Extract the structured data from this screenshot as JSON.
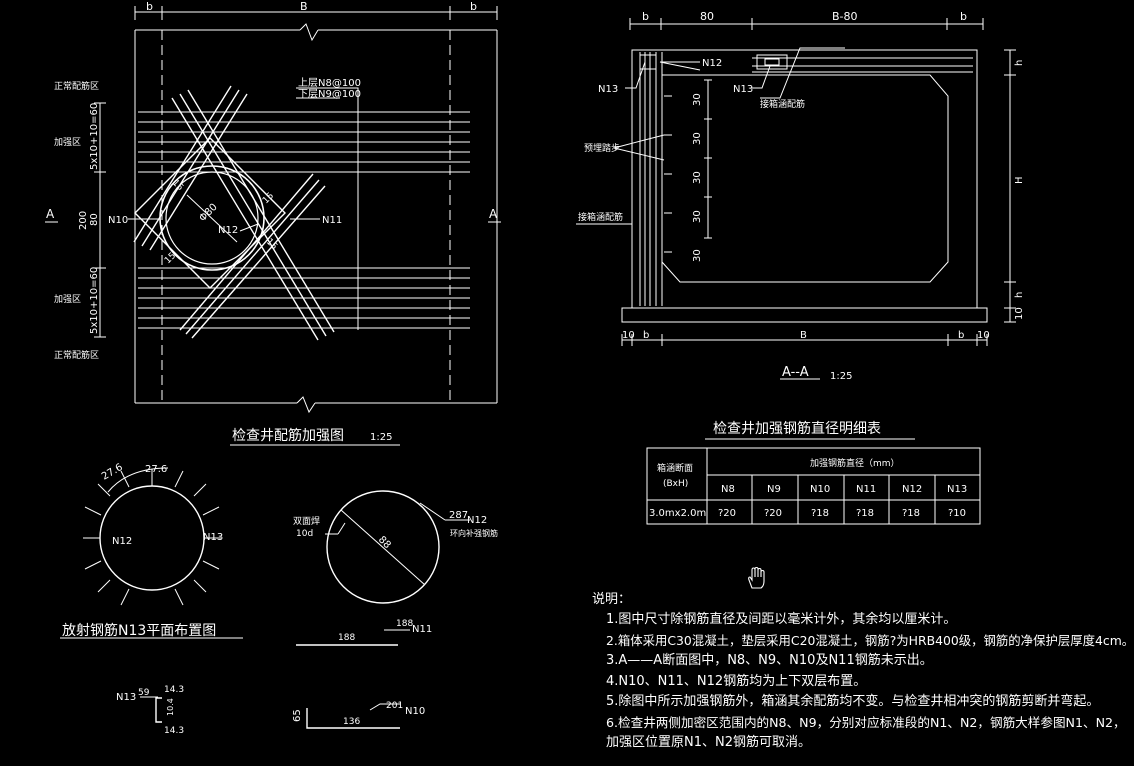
{
  "plan_view": {
    "title": "检查井配筋加强图",
    "scale": "1:25",
    "dim_b": "b",
    "dim_B": "B",
    "section_left": "A",
    "section_right": "A",
    "zone_normal_top": "正常配筋区",
    "zone_reinforce_top": "加强区",
    "zone_reinforce_bottom": "加强区",
    "zone_normal_bottom": "正常配筋区",
    "dim_upper": "5x10+10=60",
    "dim_200": "200",
    "dim_80": "80",
    "dim_lower": "5x10+10=60",
    "label_upper_layer": "上层N8@100",
    "label_lower_layer": "下层N9@100",
    "label_N10": "N10",
    "label_N11": "N11",
    "label_N12": "N12",
    "label_phi80": "Φ80",
    "label_15a": "15",
    "label_15b": "15",
    "label_15c": "15",
    "label_15d": "15"
  },
  "section_view": {
    "title": "A--A",
    "scale": "1:25",
    "dim_b_left": "b",
    "dim_80": "80",
    "dim_B80": "B-80",
    "dim_b_right": "b",
    "dim_B_bottom": "B",
    "dim_10_left": "10",
    "dim_b_bl": "b",
    "dim_b_br": "b",
    "dim_10_right": "10",
    "dim_h_top": "h",
    "dim_H": "H",
    "dim_h_bottom": "h",
    "dim_10_vert": "10",
    "label_N12": "N12",
    "label_N13_left": "N13",
    "label_N13_right": "N13",
    "label_connect_top": "接箱涵配筋",
    "label_steps": "预埋踏步",
    "label_connect_left": "接箱涵配筋",
    "step_30_1": "30",
    "step_30_2": "30",
    "step_30_3": "30",
    "step_30_4": "30",
    "step_30_5": "30"
  },
  "table": {
    "title": "检查井加强钢筋直径明细表",
    "header_left_line1": "箱涵断面",
    "header_left_line2": "(BxH)",
    "header_group": "加强钢筋直径（mm）",
    "columns": [
      "N8",
      "N9",
      "N10",
      "N11",
      "N12",
      "N13"
    ],
    "row_label": "3.0mx2.0m",
    "row_values": [
      "?20",
      "?20",
      "?18",
      "?18",
      "?18",
      "?10"
    ]
  },
  "radial": {
    "title": "放射钢筋N13平面布置图",
    "dim1": "27.6",
    "dim2": "27.6",
    "label_N12": "N12",
    "label_N13": "N13"
  },
  "ring": {
    "label_double_weld": "双面焊",
    "label_10d": "10d",
    "label_88": "88",
    "label_287": "287",
    "label_N12": "N12",
    "label_ring_rebar": "环向补强钢筋"
  },
  "bars": {
    "n11_188_a": "188",
    "n11_188_b": "188",
    "n11_label": "N11",
    "n13_label": "N13",
    "n13_59": "59",
    "n13_14a": "14.3",
    "n13_14b": "14.3",
    "n13_10": "10.4",
    "n10_65": "65",
    "n10_136": "136",
    "n10_201": "201",
    "n10_label": "N10"
  },
  "notes": {
    "title": "说明：",
    "items": [
      "1.图中尺寸除钢筋直径及间距以毫米计外，其余均以厘米计。",
      "2.箱体采用C30混凝土，垫层采用C20混凝土，钢筋?为HRB400级，钢筋的净保护层厚度4cm。",
      "3.A——A断面图中，N8、N9、N10及N11钢筋未示出。",
      "4.N10、N11、N12钢筋均为上下双层布置。",
      "5.除图中所示加强钢筋外，箱涵其余配筋均不变。与检查井相冲突的钢筋剪断并弯起。",
      "6.检查井两侧加密区范围内的N8、N9，分别对应标准段的N1、N2，钢筋大样参图N1、N2，",
      "加强区位置原N1、N2钢筋可取消。"
    ]
  },
  "colors": {
    "background": "#000000",
    "line": "#ffffff",
    "accent_cyan": "#00ffff"
  },
  "icons": {
    "cursor": "hand-cursor-icon"
  }
}
